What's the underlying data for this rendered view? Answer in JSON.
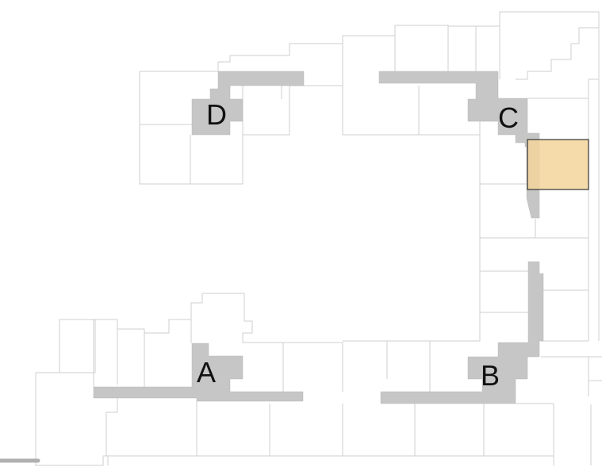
{
  "map": {
    "zones": [
      {
        "id": "A",
        "label": "A"
      },
      {
        "id": "B",
        "label": "B"
      },
      {
        "id": "C",
        "label": "C"
      },
      {
        "id": "D",
        "label": "D"
      }
    ],
    "highlight": {
      "color": "#f3d39b"
    },
    "corridor_color": "#c6c6c6"
  }
}
